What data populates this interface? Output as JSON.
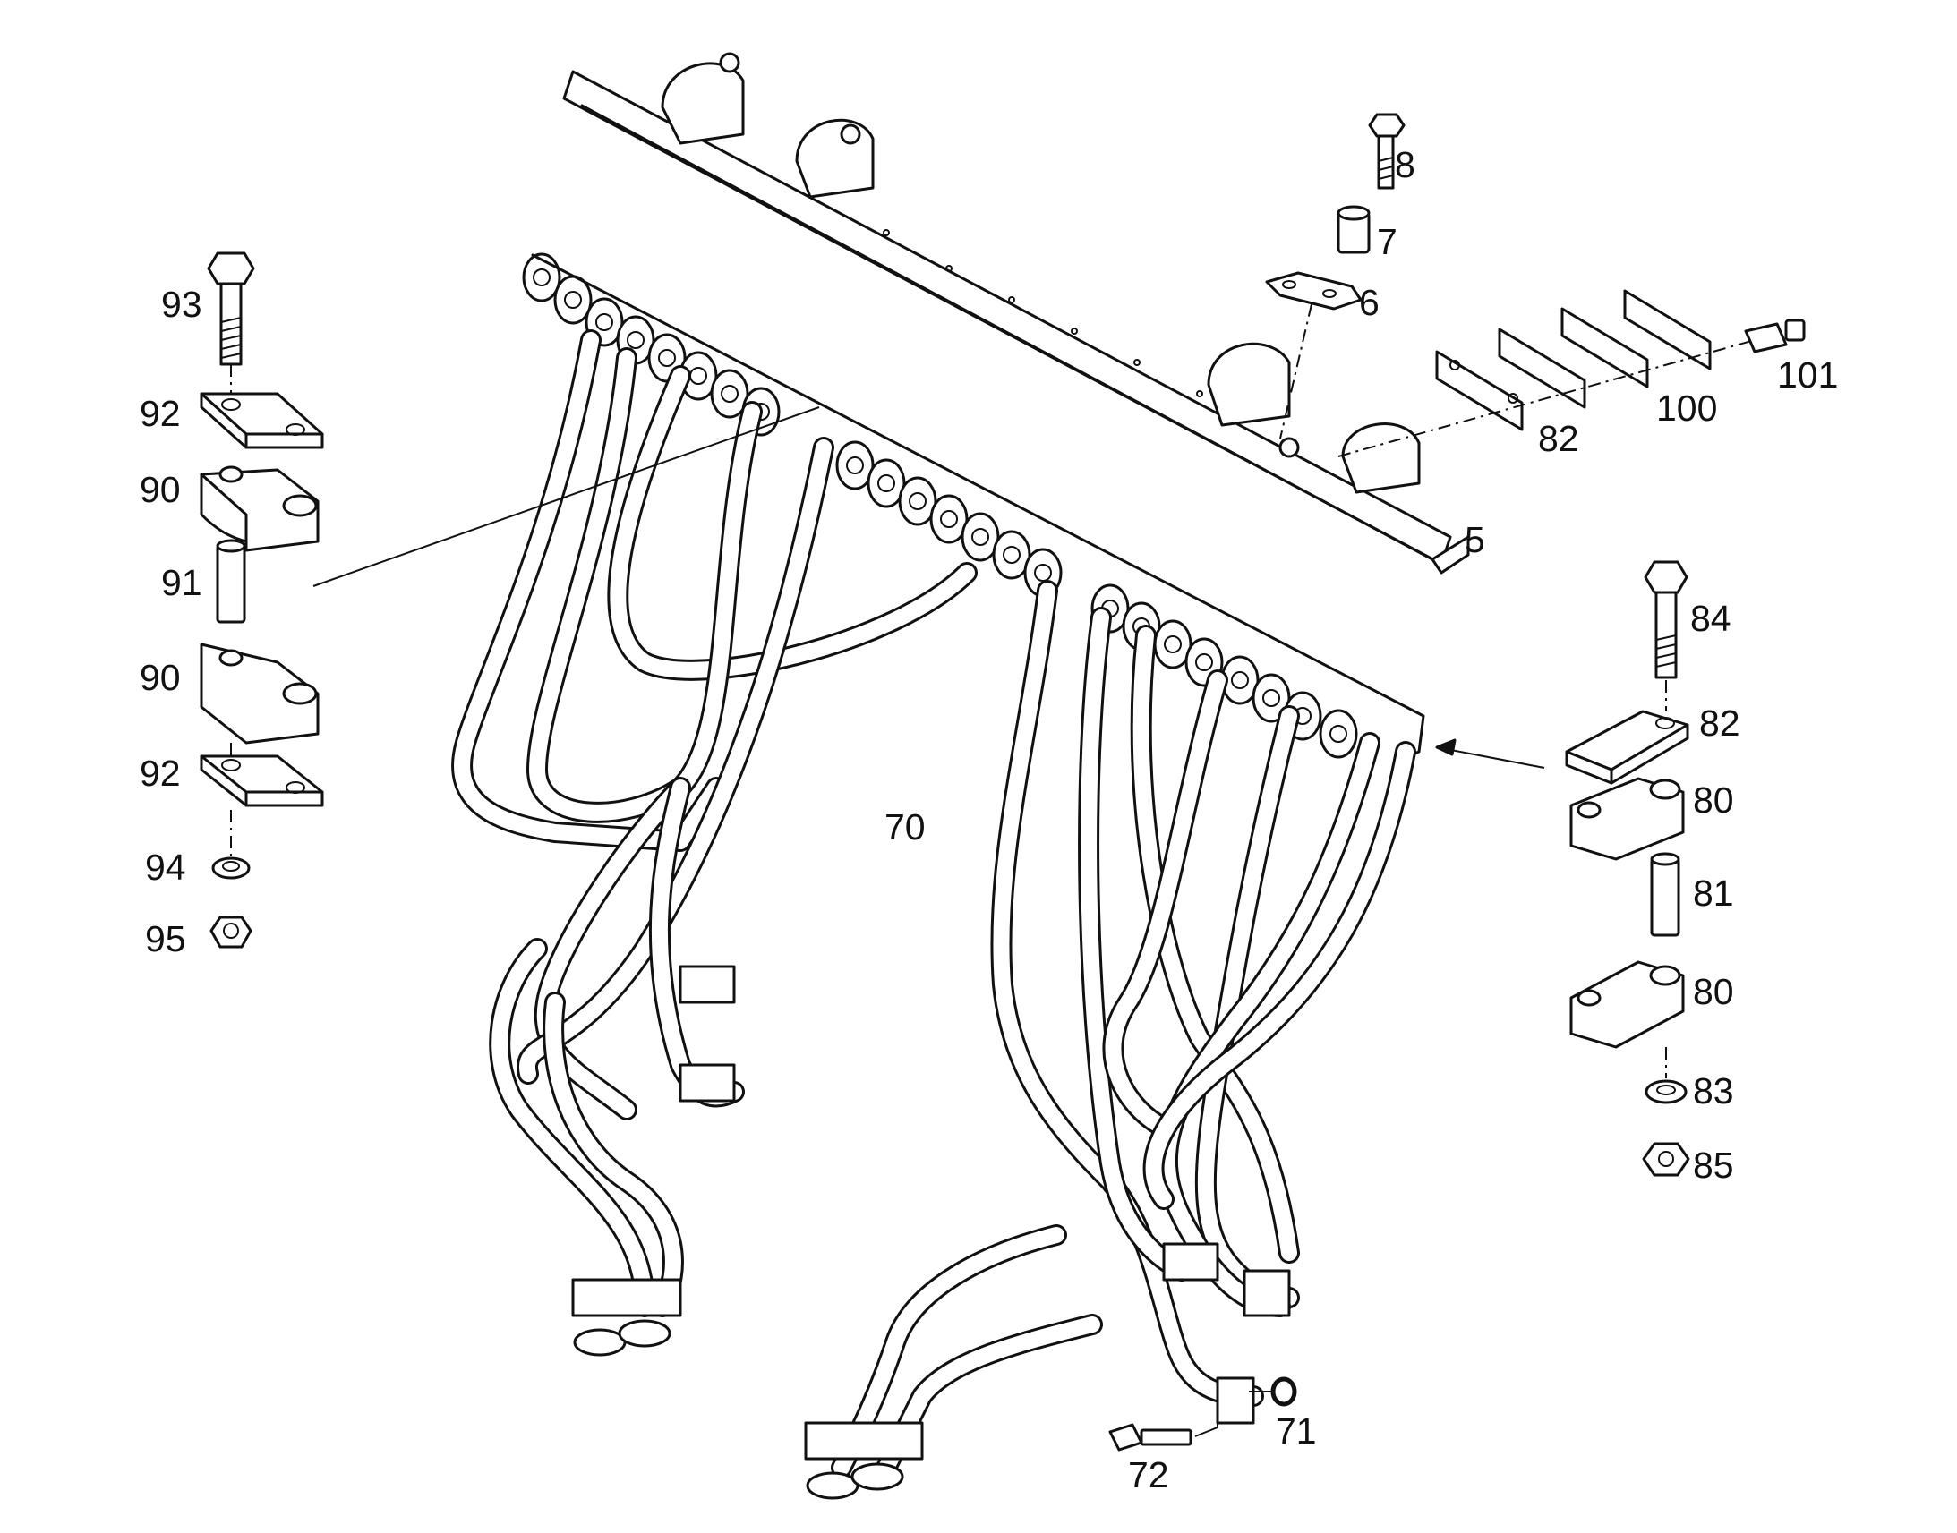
{
  "callouts": {
    "c93": "93",
    "c92a": "92",
    "c90a": "90",
    "c91": "91",
    "c90b": "90",
    "c92b": "92",
    "c94": "94",
    "c95": "95",
    "c8": "8",
    "c7": "7",
    "c6": "6",
    "c101": "101",
    "c100": "100",
    "c82a": "82",
    "c5": "5",
    "c84": "84",
    "c82b": "82",
    "c80a": "80",
    "c81": "81",
    "c80b": "80",
    "c83": "83",
    "c85": "85",
    "c70": "70",
    "c71": "71",
    "c72": "72"
  },
  "groups": {
    "left_clamp": "left-clamp-assembly",
    "right_clamp": "right-clamp-assembly",
    "rail": "mounting-rail",
    "pipes": "pipe-harness"
  }
}
